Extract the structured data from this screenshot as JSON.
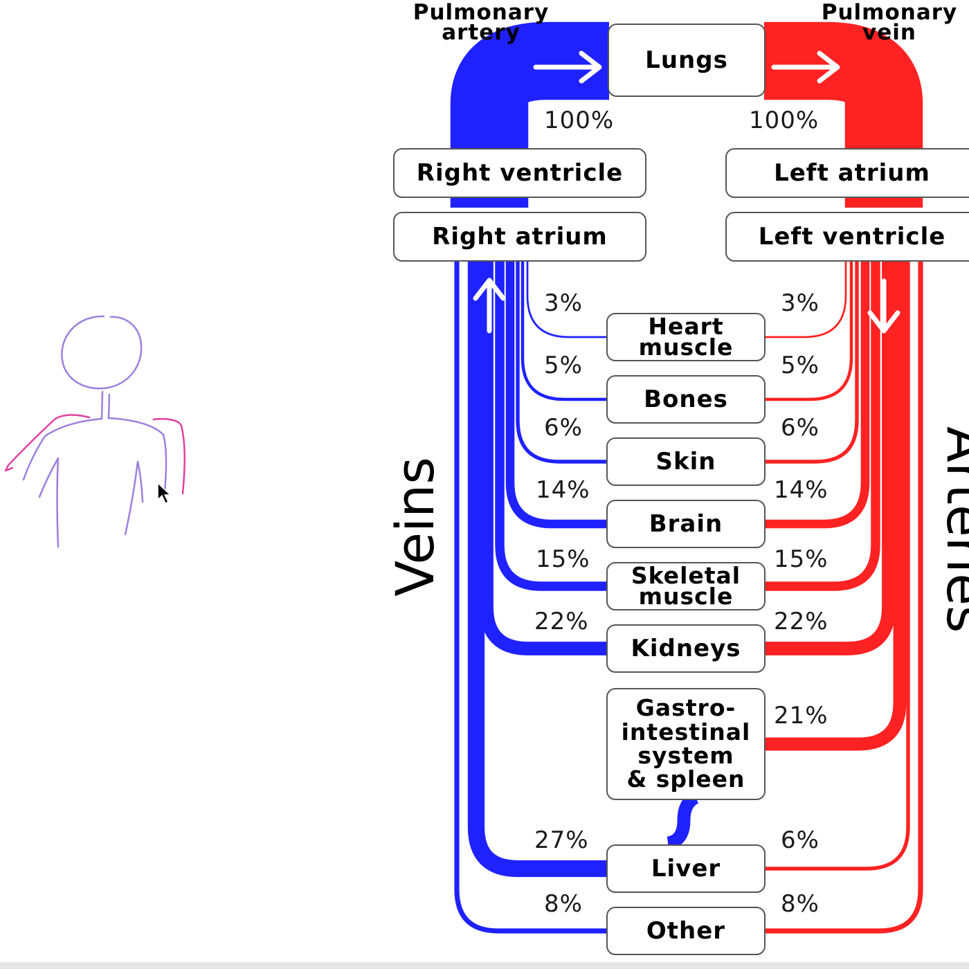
{
  "colors": {
    "veins": "#1f22ff",
    "arteries": "#ff2222",
    "sketch_body": "#9b7fe0",
    "sketch_arms": "#e040a0",
    "box_border": "#555555"
  },
  "icons": {
    "flow_arrows": "arrow",
    "cursor": "mouse-pointer-icon"
  },
  "labels": {
    "pulmonary_artery": "Pulmonary\nartery",
    "pulmonary_vein": "Pulmonary\nvein",
    "veins": "Veins",
    "arteries": "Arteries"
  },
  "nodes": {
    "lungs": "Lungs",
    "right_ventricle": "Right ventricle",
    "right_atrium": "Right atrium",
    "left_atrium": "Left atrium",
    "left_ventricle": "Left ventricle",
    "heart_muscle": "Heart\nmuscle",
    "bones": "Bones",
    "skin": "Skin",
    "brain": "Brain",
    "skeletal_muscle": "Skeletal\nmuscle",
    "kidneys": "Kidneys",
    "gi": "Gastro-\nintestinal\nsystem\n& spleen",
    "liver": "Liver",
    "other": "Other"
  },
  "flows": {
    "lungs": {
      "venous": "100%",
      "arterial": "100%"
    },
    "heart_muscle": {
      "venous": "3%",
      "arterial": "3%"
    },
    "bones": {
      "venous": "5%",
      "arterial": "5%"
    },
    "skin": {
      "venous": "6%",
      "arterial": "6%"
    },
    "brain": {
      "venous": "14%",
      "arterial": "14%"
    },
    "skeletal_muscle": {
      "venous": "15%",
      "arterial": "15%"
    },
    "kidneys": {
      "venous": "22%",
      "arterial": "22%"
    },
    "gi": {
      "arterial": "21%"
    },
    "liver": {
      "venous": "27%",
      "arterial": "6%"
    },
    "other": {
      "venous": "8%",
      "arterial": "8%"
    }
  }
}
